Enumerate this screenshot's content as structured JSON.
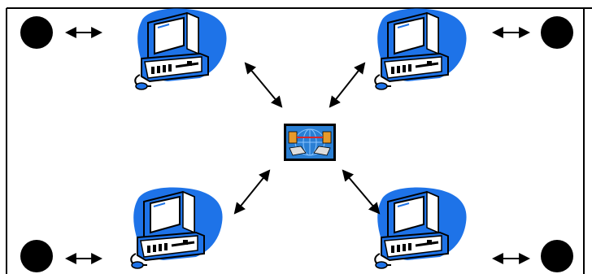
{
  "diagram": {
    "description_free": true,
    "nodes": [
      {
        "id": "dot-top-left",
        "kind": "black-dot"
      },
      {
        "id": "computer-top-left",
        "kind": "computer-clipart"
      },
      {
        "id": "computer-top-right",
        "kind": "computer-clipart"
      },
      {
        "id": "dot-top-right",
        "kind": "black-dot"
      },
      {
        "id": "network-hub",
        "kind": "network-hub-icon"
      },
      {
        "id": "computer-bottom-left",
        "kind": "computer-clipart"
      },
      {
        "id": "dot-bottom-left",
        "kind": "black-dot"
      },
      {
        "id": "computer-bottom-right",
        "kind": "computer-clipart"
      },
      {
        "id": "dot-bottom-right",
        "kind": "black-dot"
      }
    ],
    "edges": [
      {
        "from": "dot-top-left",
        "to": "computer-top-left",
        "style": "double-arrow"
      },
      {
        "from": "dot-top-right",
        "to": "computer-top-right",
        "style": "double-arrow"
      },
      {
        "from": "dot-bottom-left",
        "to": "computer-bottom-left",
        "style": "double-arrow"
      },
      {
        "from": "dot-bottom-right",
        "to": "computer-bottom-right",
        "style": "double-arrow"
      },
      {
        "from": "computer-top-left",
        "to": "network-hub",
        "style": "double-arrow"
      },
      {
        "from": "computer-top-right",
        "to": "network-hub",
        "style": "double-arrow"
      },
      {
        "from": "computer-bottom-left",
        "to": "network-hub",
        "style": "double-arrow"
      },
      {
        "from": "computer-bottom-right",
        "to": "network-hub",
        "style": "double-arrow"
      }
    ],
    "colors": {
      "computer_blue": "#1e73e8",
      "outline": "#000000",
      "dot": "#000000",
      "hub_blue": "#2a7fd4",
      "hub_orange": "#e69a2b",
      "hub_red": "#d8262b"
    }
  }
}
